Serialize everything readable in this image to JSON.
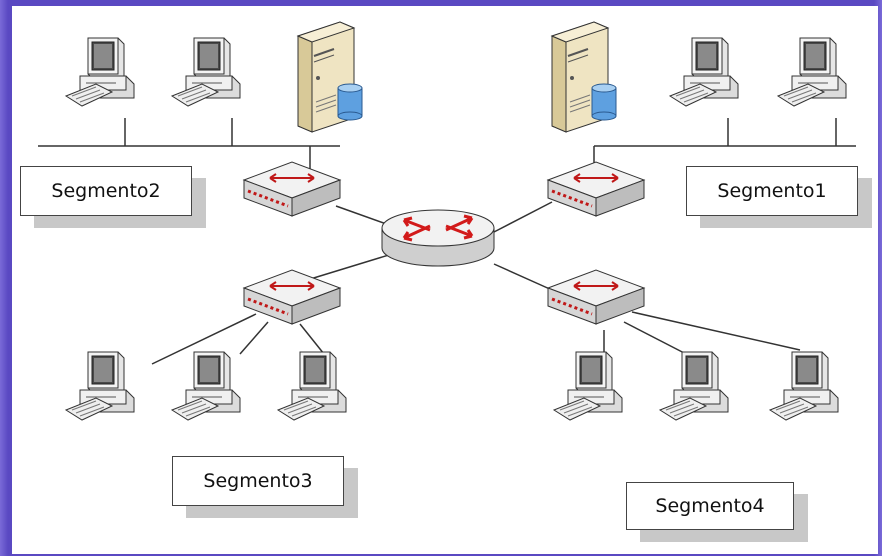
{
  "segments": {
    "seg1": "Segmento1",
    "seg2": "Segmento2",
    "seg3": "Segmento3",
    "seg4": "Segmento4"
  },
  "colors": {
    "frame": "#5a49c2",
    "background": "#ffffff",
    "router_arrows": "#d21a1a",
    "server_disk": "#5ea0e0",
    "lines": "#333333"
  }
}
